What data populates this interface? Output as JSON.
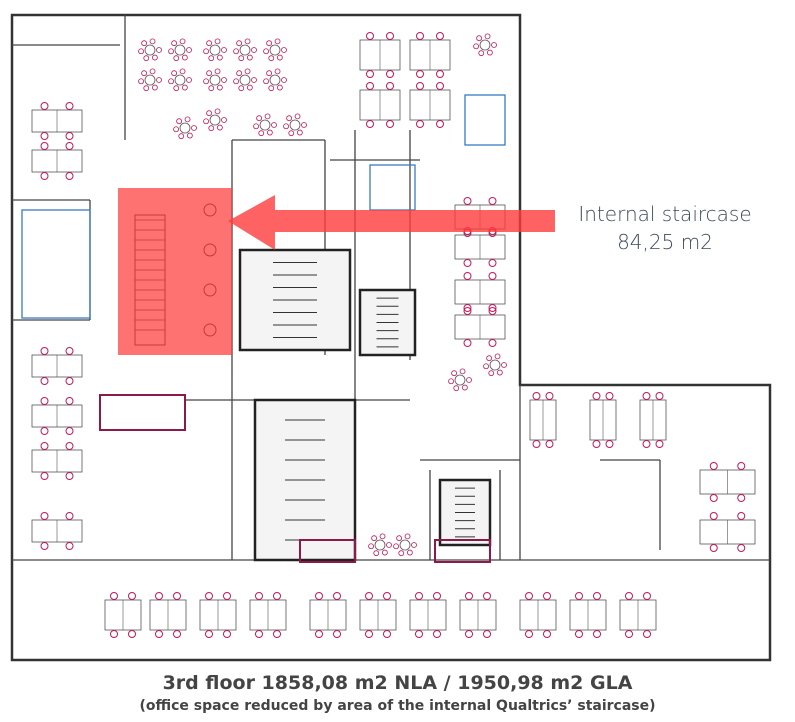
{
  "annotation": {
    "label": "Internal staircase",
    "area": "84,25 m2",
    "highlight_color": "#ff3b3b"
  },
  "caption": {
    "title": "3rd floor 1858,08 m2 NLA / 1950,98 m2 GLA",
    "subtitle": "(office space reduced by area of the internal Qualtrics’ staircase)"
  },
  "colors": {
    "wall": "#333333",
    "furniture": "#c2185b",
    "glass": "#3a7bbf",
    "text": "#444444"
  }
}
